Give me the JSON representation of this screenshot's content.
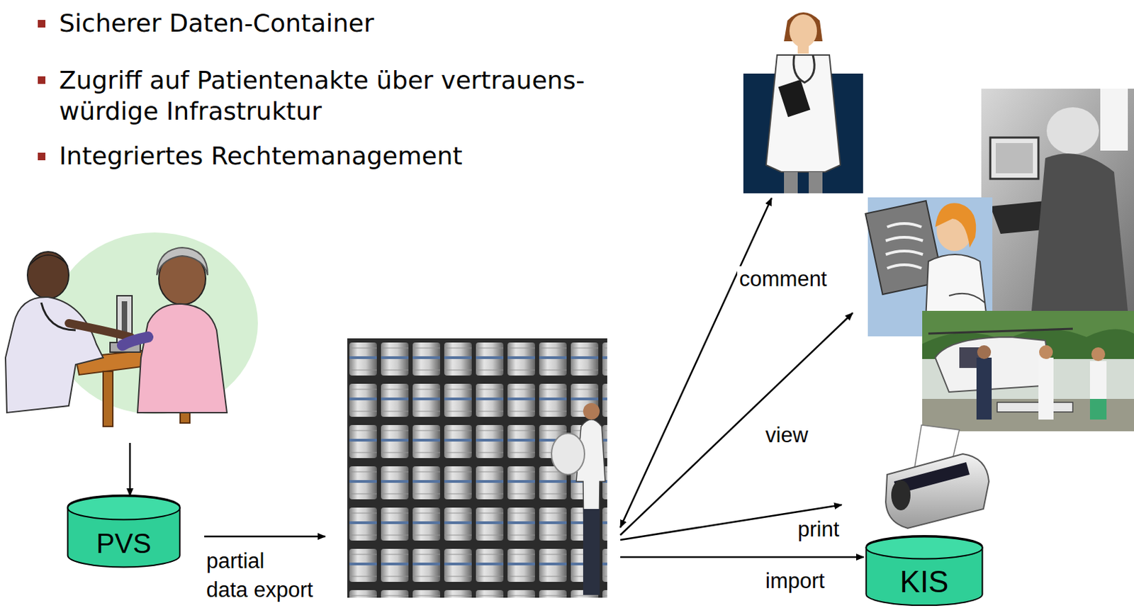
{
  "diagram": {
    "nodes": [
      {
        "text": [
          "PVS"
        ]
      },
      {
        "text": [
          "KIS"
        ]
      }
    ],
    "labels": [
      "Sicherer Daten-Container",
      "Zugriff auf Patientenakte über vertrauens- würdige Infrastruktur",
      "Integriertes Rechtemanagement",
      "partial data export",
      "comment",
      "view",
      "print",
      "import"
    ]
  }
}
